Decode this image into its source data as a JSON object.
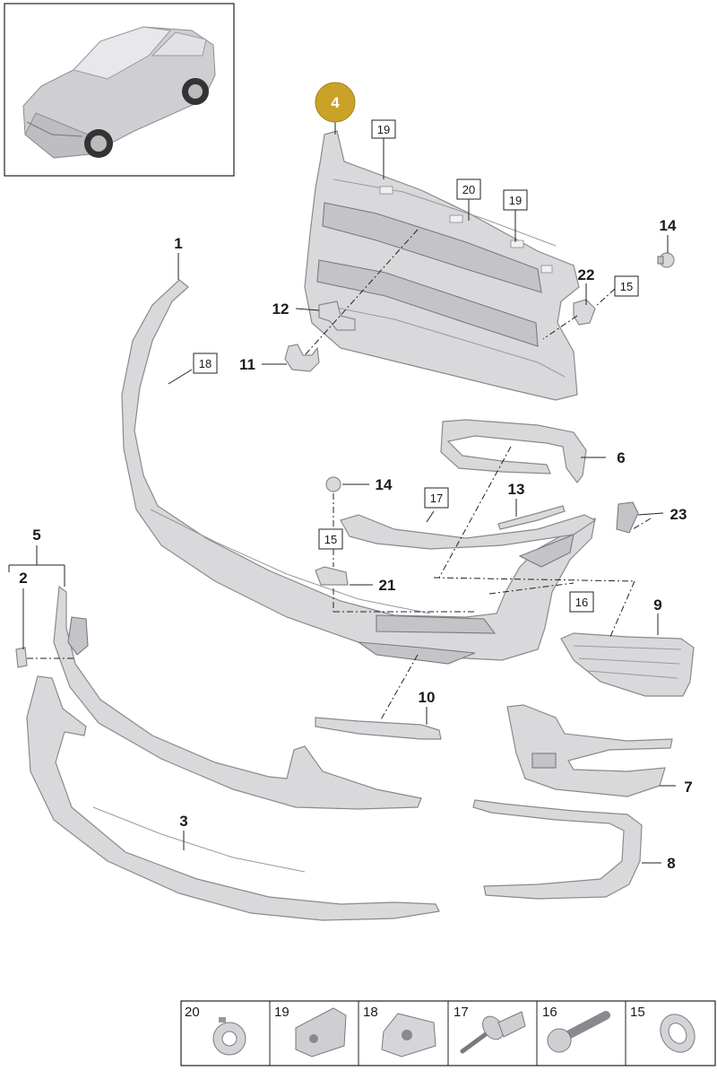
{
  "callout_label": "4",
  "part_labels": [
    "1",
    "2",
    "3",
    "5",
    "6",
    "7",
    "8",
    "9",
    "10",
    "11",
    "12",
    "13",
    "14",
    "14",
    "21",
    "22",
    "23"
  ],
  "boxed_labels": [
    "19",
    "20",
    "19",
    "15",
    "18",
    "17",
    "15",
    "16"
  ],
  "legend_items": [
    {
      "number": "20",
      "icon": "retaining-ring-icon"
    },
    {
      "number": "19",
      "icon": "clip-nut-icon"
    },
    {
      "number": "18",
      "icon": "speed-nut-icon"
    },
    {
      "number": "17",
      "icon": "expanding-rivet-icon"
    },
    {
      "number": "16",
      "icon": "bolt-icon"
    },
    {
      "number": "15",
      "icon": "ring-clip-icon"
    }
  ],
  "colors": {
    "callout": "#c9a227",
    "part": "#d9d9db",
    "outline": "#8a8a8e"
  }
}
